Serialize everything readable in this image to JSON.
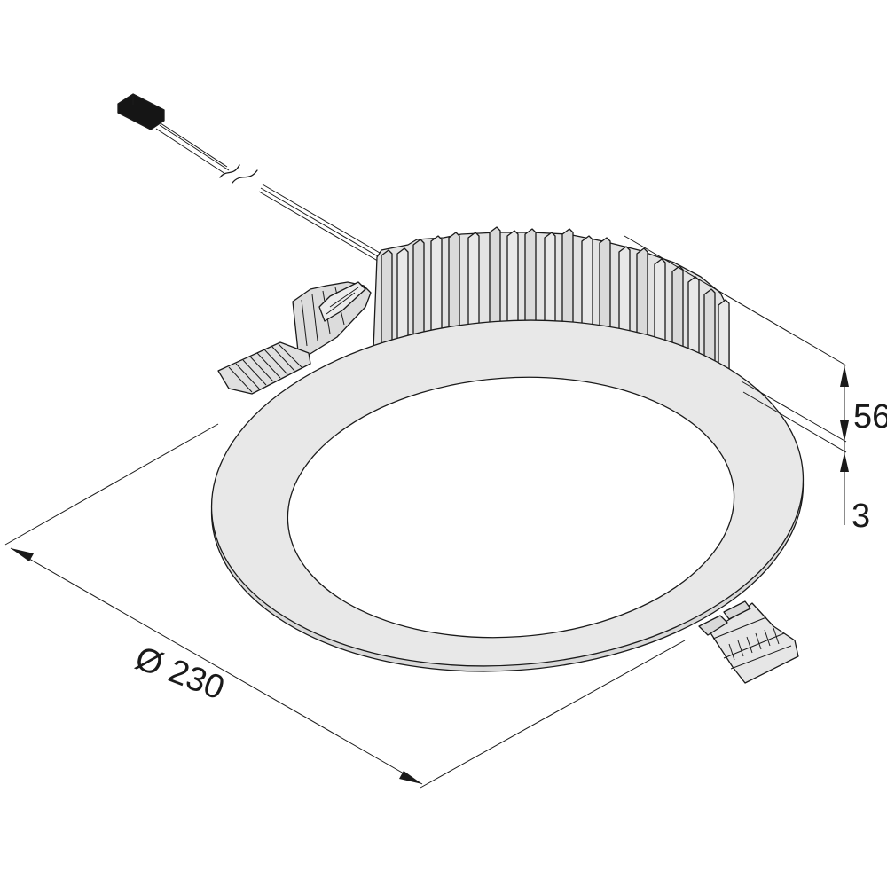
{
  "colors": {
    "ink": "#1a1a1a",
    "housing_gray": "#e6e6e6",
    "heatsink_gray": "#e1e1e1",
    "lens_white": "#ffffff",
    "connector_black": "#151515"
  },
  "dimensions": {
    "diameter_label": "Ø 230",
    "height_label": "56",
    "bezel_label": "3"
  }
}
